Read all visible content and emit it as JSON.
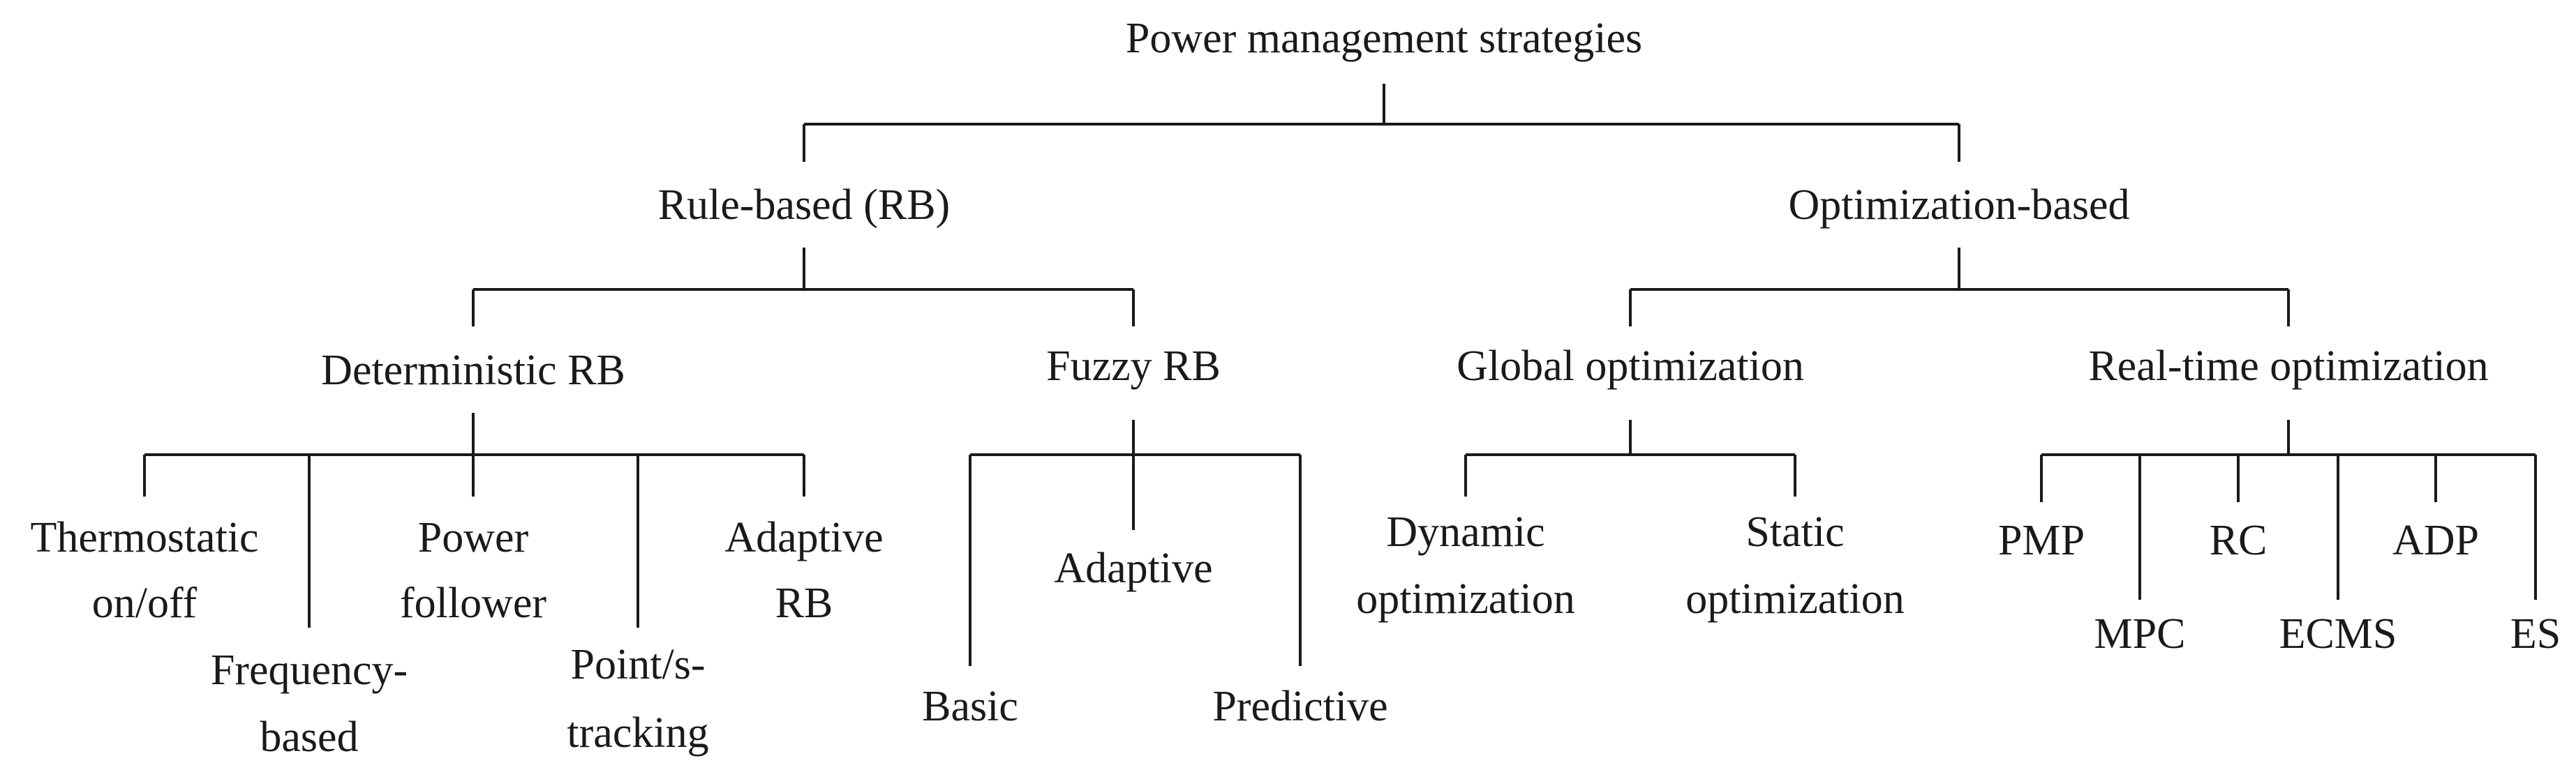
{
  "root": "Power management strategies",
  "branches": {
    "rule_based": {
      "label": "Rule-based (RB)",
      "deterministic": {
        "label": "Deterministic RB",
        "thermostatic": [
          "Thermostatic",
          "on/off"
        ],
        "frequency": [
          "Frequency-",
          "based"
        ],
        "power_follower": [
          "Power",
          "follower"
        ],
        "point_tracking": [
          "Point/s-",
          "tracking"
        ],
        "adaptive_rb": [
          "Adaptive",
          "RB"
        ]
      },
      "fuzzy": {
        "label": "Fuzzy RB",
        "basic": "Basic",
        "adaptive": "Adaptive",
        "predictive": "Predictive"
      }
    },
    "optimization_based": {
      "label": "Optimization-based",
      "global": {
        "label": "Global optimization",
        "dynamic": [
          "Dynamic",
          "optimization"
        ],
        "static": [
          "Static",
          "optimization"
        ]
      },
      "realtime": {
        "label": "Real-time optimization",
        "pmp": "PMP",
        "mpc": "MPC",
        "rc": "RC",
        "ecms": "ECMS",
        "adp": "ADP",
        "es": "ES"
      }
    }
  }
}
